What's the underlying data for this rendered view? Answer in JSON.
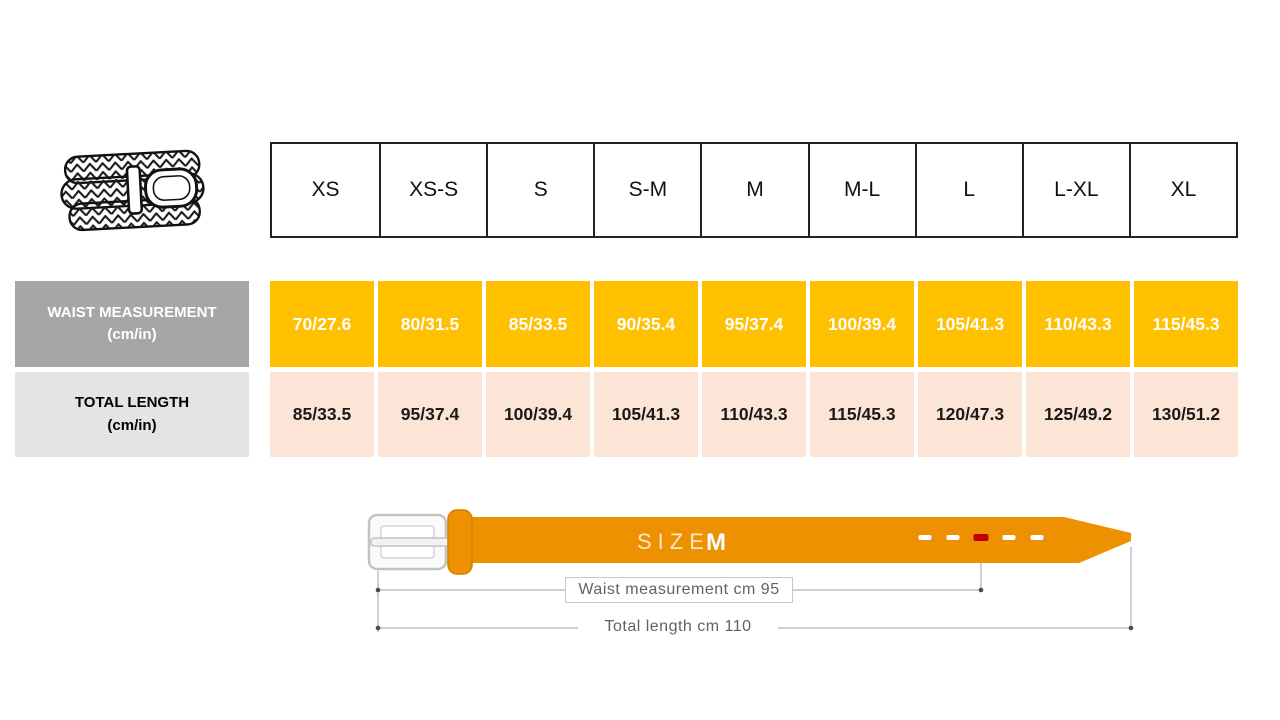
{
  "chart_data": {
    "type": "table",
    "columns": [
      "XS",
      "XS-S",
      "S",
      "S-M",
      "M",
      "M-L",
      "L",
      "L-XL",
      "XL"
    ],
    "rows": [
      {
        "label": "WAIST MEASUREMENT",
        "unit": "(cm/in)",
        "values": [
          "70/27.6",
          "80/31.5",
          "85/33.5",
          "90/35.4",
          "95/37.4",
          "100/39.4",
          "105/41.3",
          "110/43.3",
          "115/45.3"
        ]
      },
      {
        "label": "TOTAL LENGTH",
        "unit": "(cm/in)",
        "values": [
          "85/33.5",
          "95/37.4",
          "100/39.4",
          "105/41.3",
          "110/43.3",
          "115/45.3",
          "120/47.3",
          "125/49.2",
          "130/51.2"
        ]
      }
    ]
  },
  "diagram": {
    "size_label": "SIZE",
    "size_value": "M",
    "waist_label": "Waist measurement cm 95",
    "length_label": "Total length cm 110"
  },
  "icons": {
    "belt_illustration": "coiled-braided-belt",
    "buckle": "belt-buckle",
    "keeper": "belt-keeper-loop",
    "holes": "belt-holes",
    "active_hole": "selected-belt-hole"
  },
  "colors": {
    "waist_cell": "#FFC000",
    "length_cell": "#FCE4D6",
    "waist_label_bg": "#A6A6A6",
    "length_label_bg": "#E4E4E4",
    "belt_orange": "#EE9100",
    "active_hole_red": "#C00000",
    "dimension_line": "#9AA0A6"
  }
}
